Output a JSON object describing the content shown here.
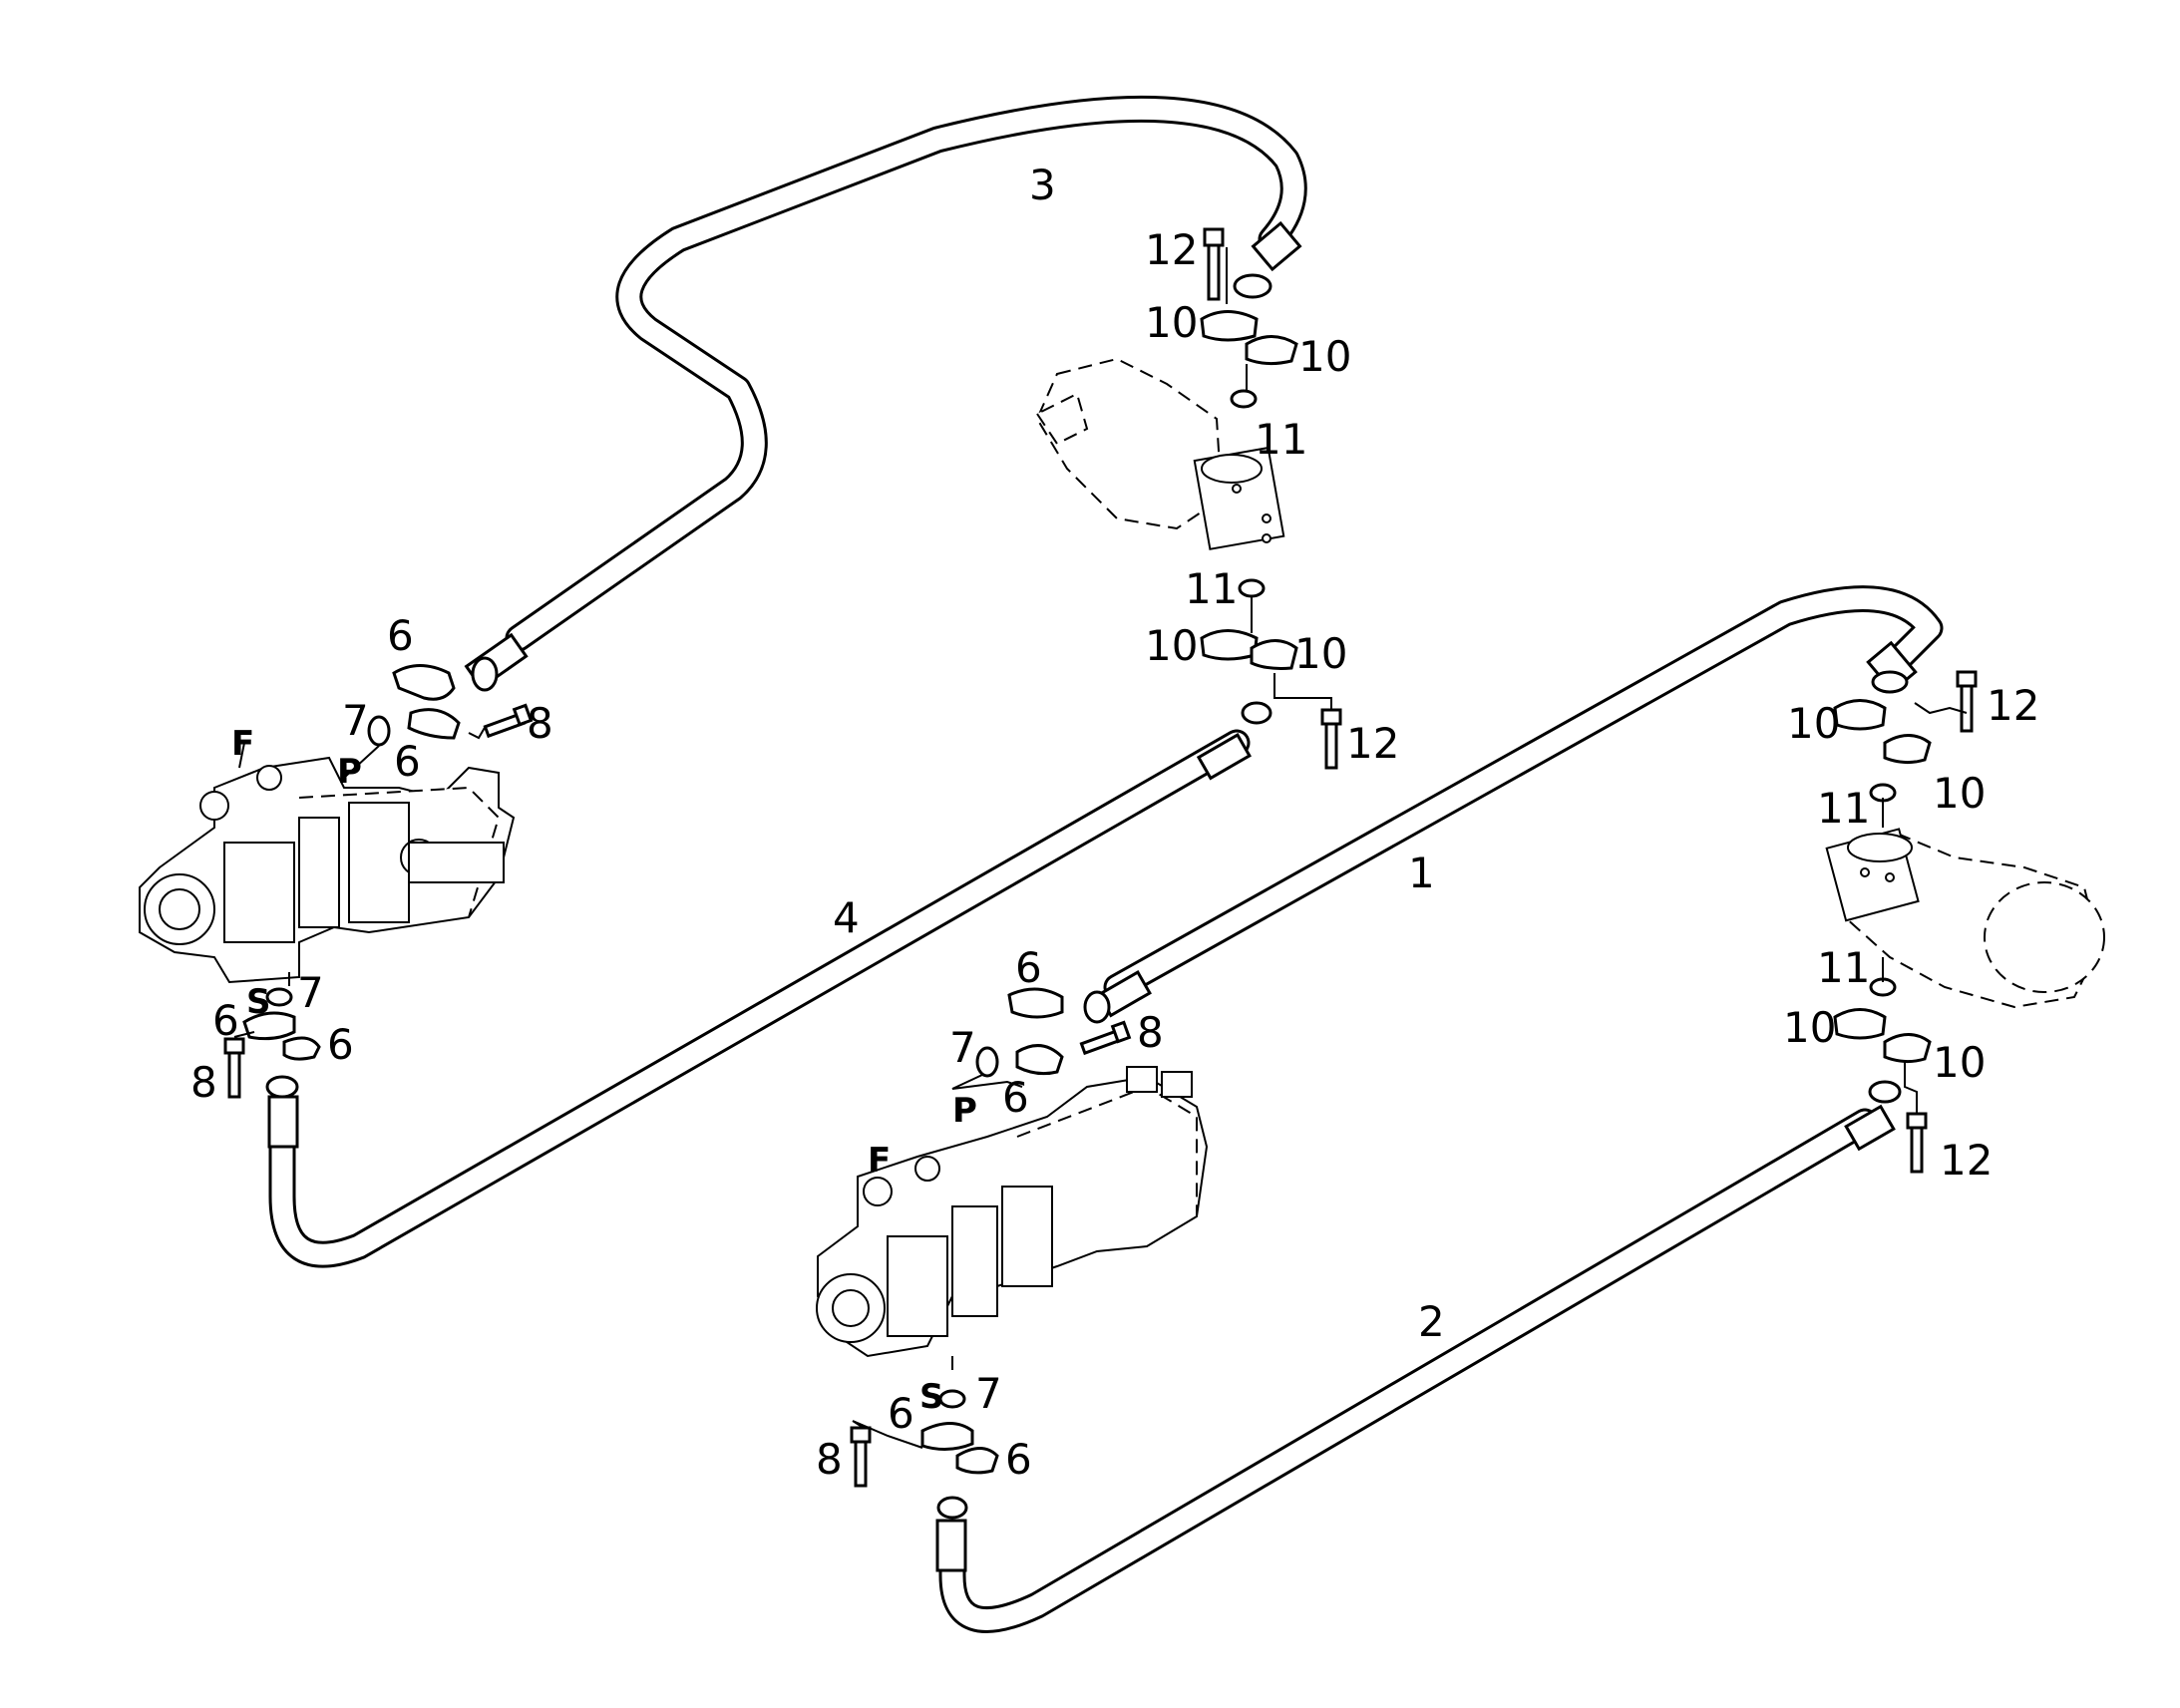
{
  "diagram": {
    "part_labels": {
      "hose_1": "1",
      "hose_2": "2",
      "hose_3": "3",
      "hose_4": "4",
      "flange_half": "6",
      "o_ring_small": "7",
      "bolt_small": "8",
      "flange_half_large": "10",
      "o_ring_large": "11",
      "bolt_large": "12"
    },
    "port_labels": {
      "feed": "F",
      "pressure": "P",
      "suction": "S"
    }
  }
}
